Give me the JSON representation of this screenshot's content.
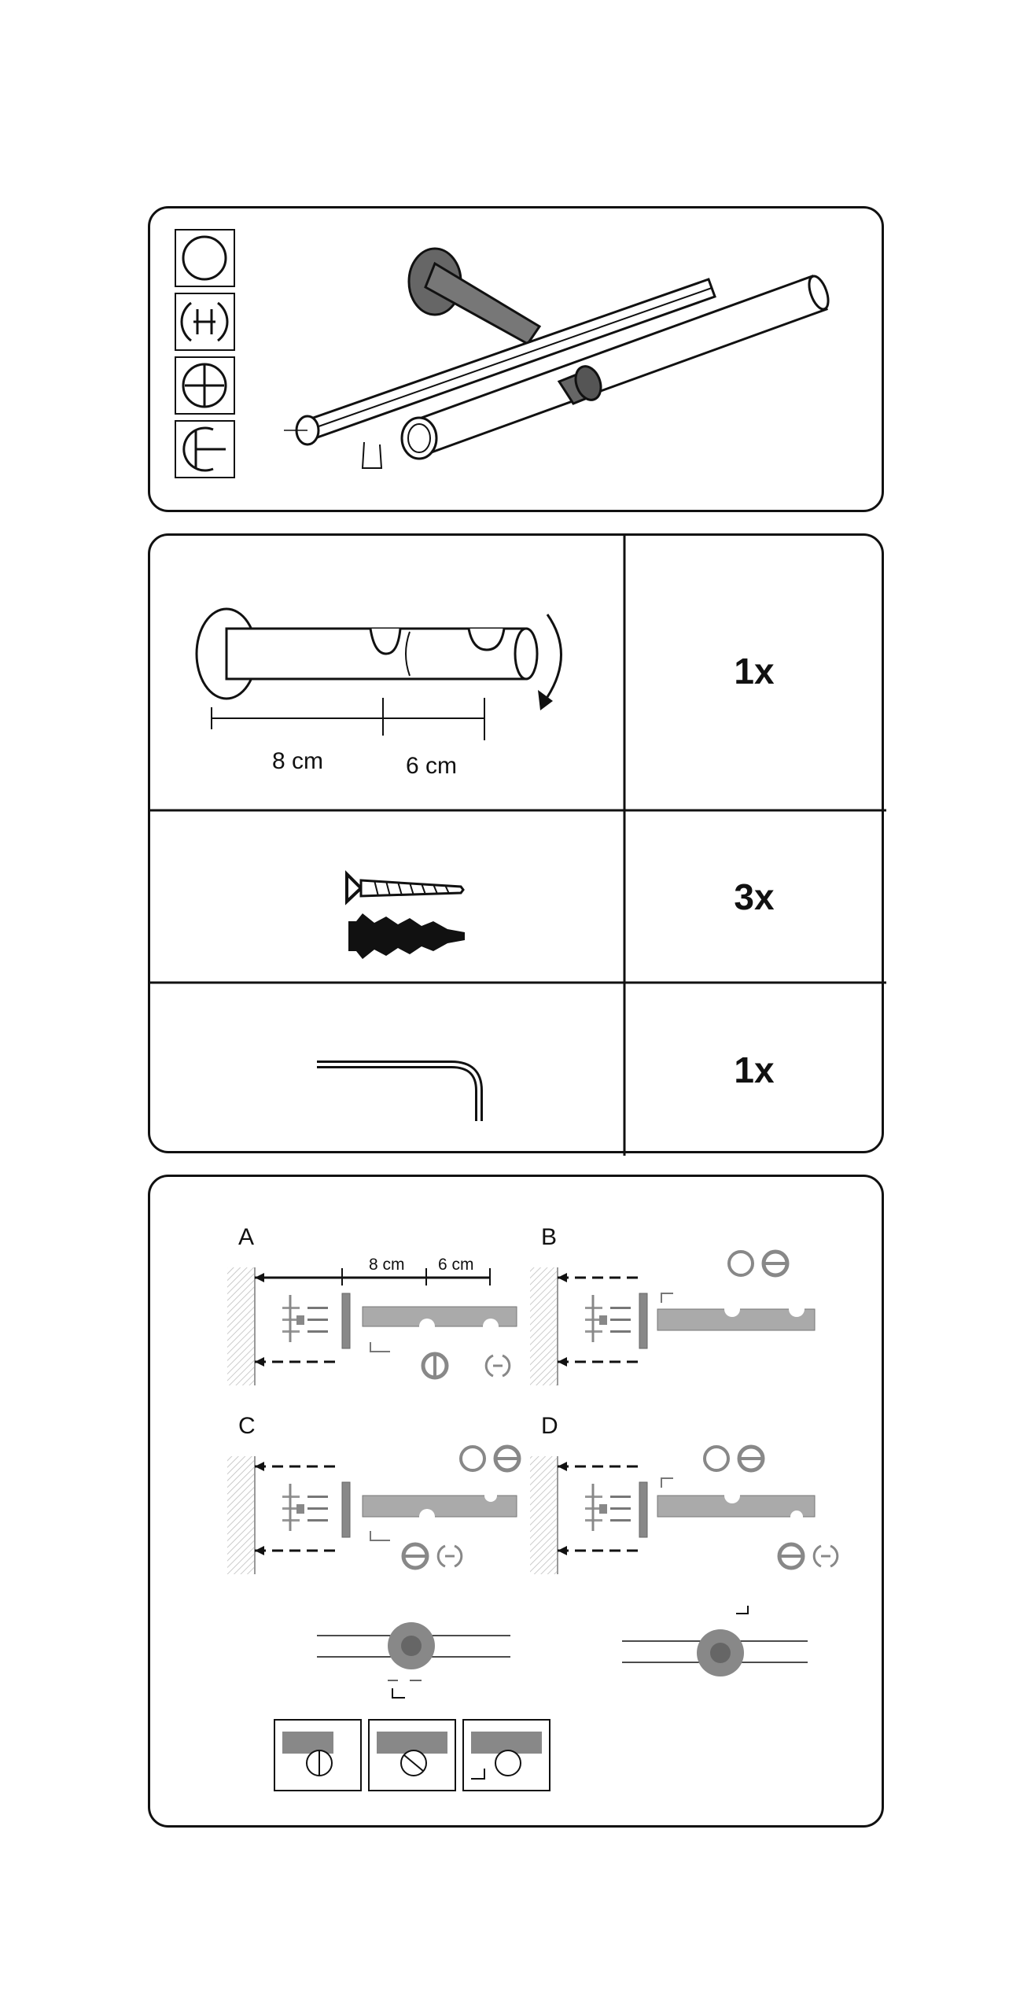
{
  "overview": {
    "profiles": [
      "round-profile-icon",
      "double-slot-profile-icon",
      "single-slot-profile-icon",
      "side-slot-profile-icon"
    ]
  },
  "parts": [
    {
      "name": "double bracket",
      "qty": "1x",
      "dims": [
        "8 cm",
        "6 cm"
      ]
    },
    {
      "name": "screws and wall plugs",
      "qty": "3x"
    },
    {
      "name": "allen key",
      "qty": "1x"
    }
  ],
  "steps": [
    {
      "label": "A",
      "dims": [
        "8 cm",
        "6 cm"
      ]
    },
    {
      "label": "B"
    },
    {
      "label": "C"
    },
    {
      "label": "D"
    }
  ],
  "colors": {
    "line": "#111111",
    "fill_dark": "#666666",
    "fill_mid": "#888888",
    "fill_light": "#aaaaaa"
  }
}
